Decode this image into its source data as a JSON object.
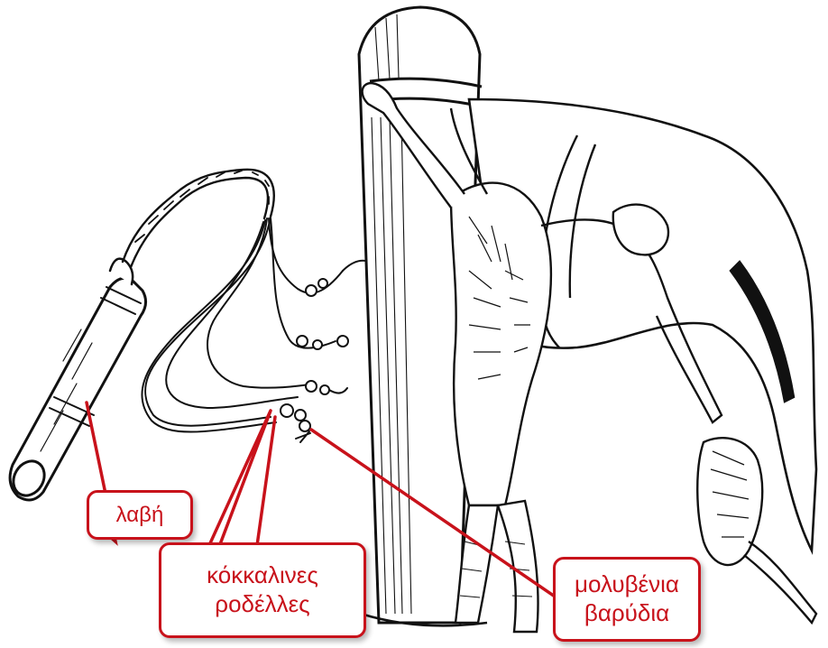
{
  "labels": {
    "handle": "λαβή",
    "bones_line1": "κόκκαλινες",
    "bones_line2": "ροδέλλες",
    "lead_line1": "μολυβένια",
    "lead_line2": "βαρύδια"
  },
  "colors": {
    "callout": "#c8121b",
    "ink": "#111111",
    "paper": "#ffffff"
  }
}
